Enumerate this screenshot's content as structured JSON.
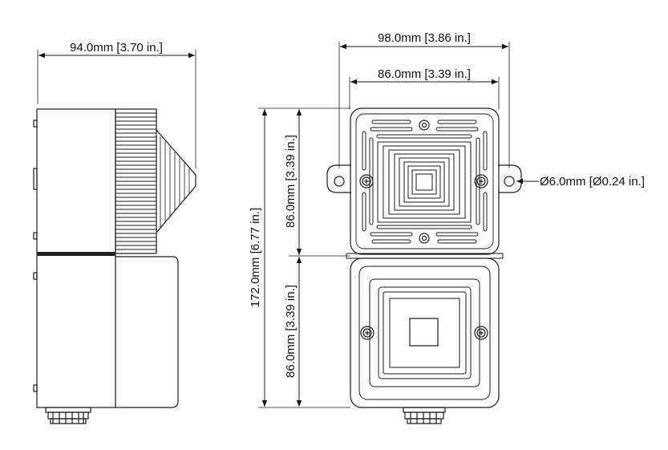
{
  "dimensions": {
    "side_width": "94.0mm [3.70 in.]",
    "overall_width": "98.0mm [3.86 in.]",
    "body_width": "86.0mm [3.39 in.]",
    "hole_diameter": "Ø6.0mm [Ø0.24 in.]",
    "total_height": "172.0mm [6.77 in.]",
    "upper_height": "86.0mm [3.39 in.]",
    "lower_height": "86.0mm [3.39 in.]"
  },
  "colors": {
    "line": "#1a1a1a",
    "housing_fill": "#ffffff"
  }
}
